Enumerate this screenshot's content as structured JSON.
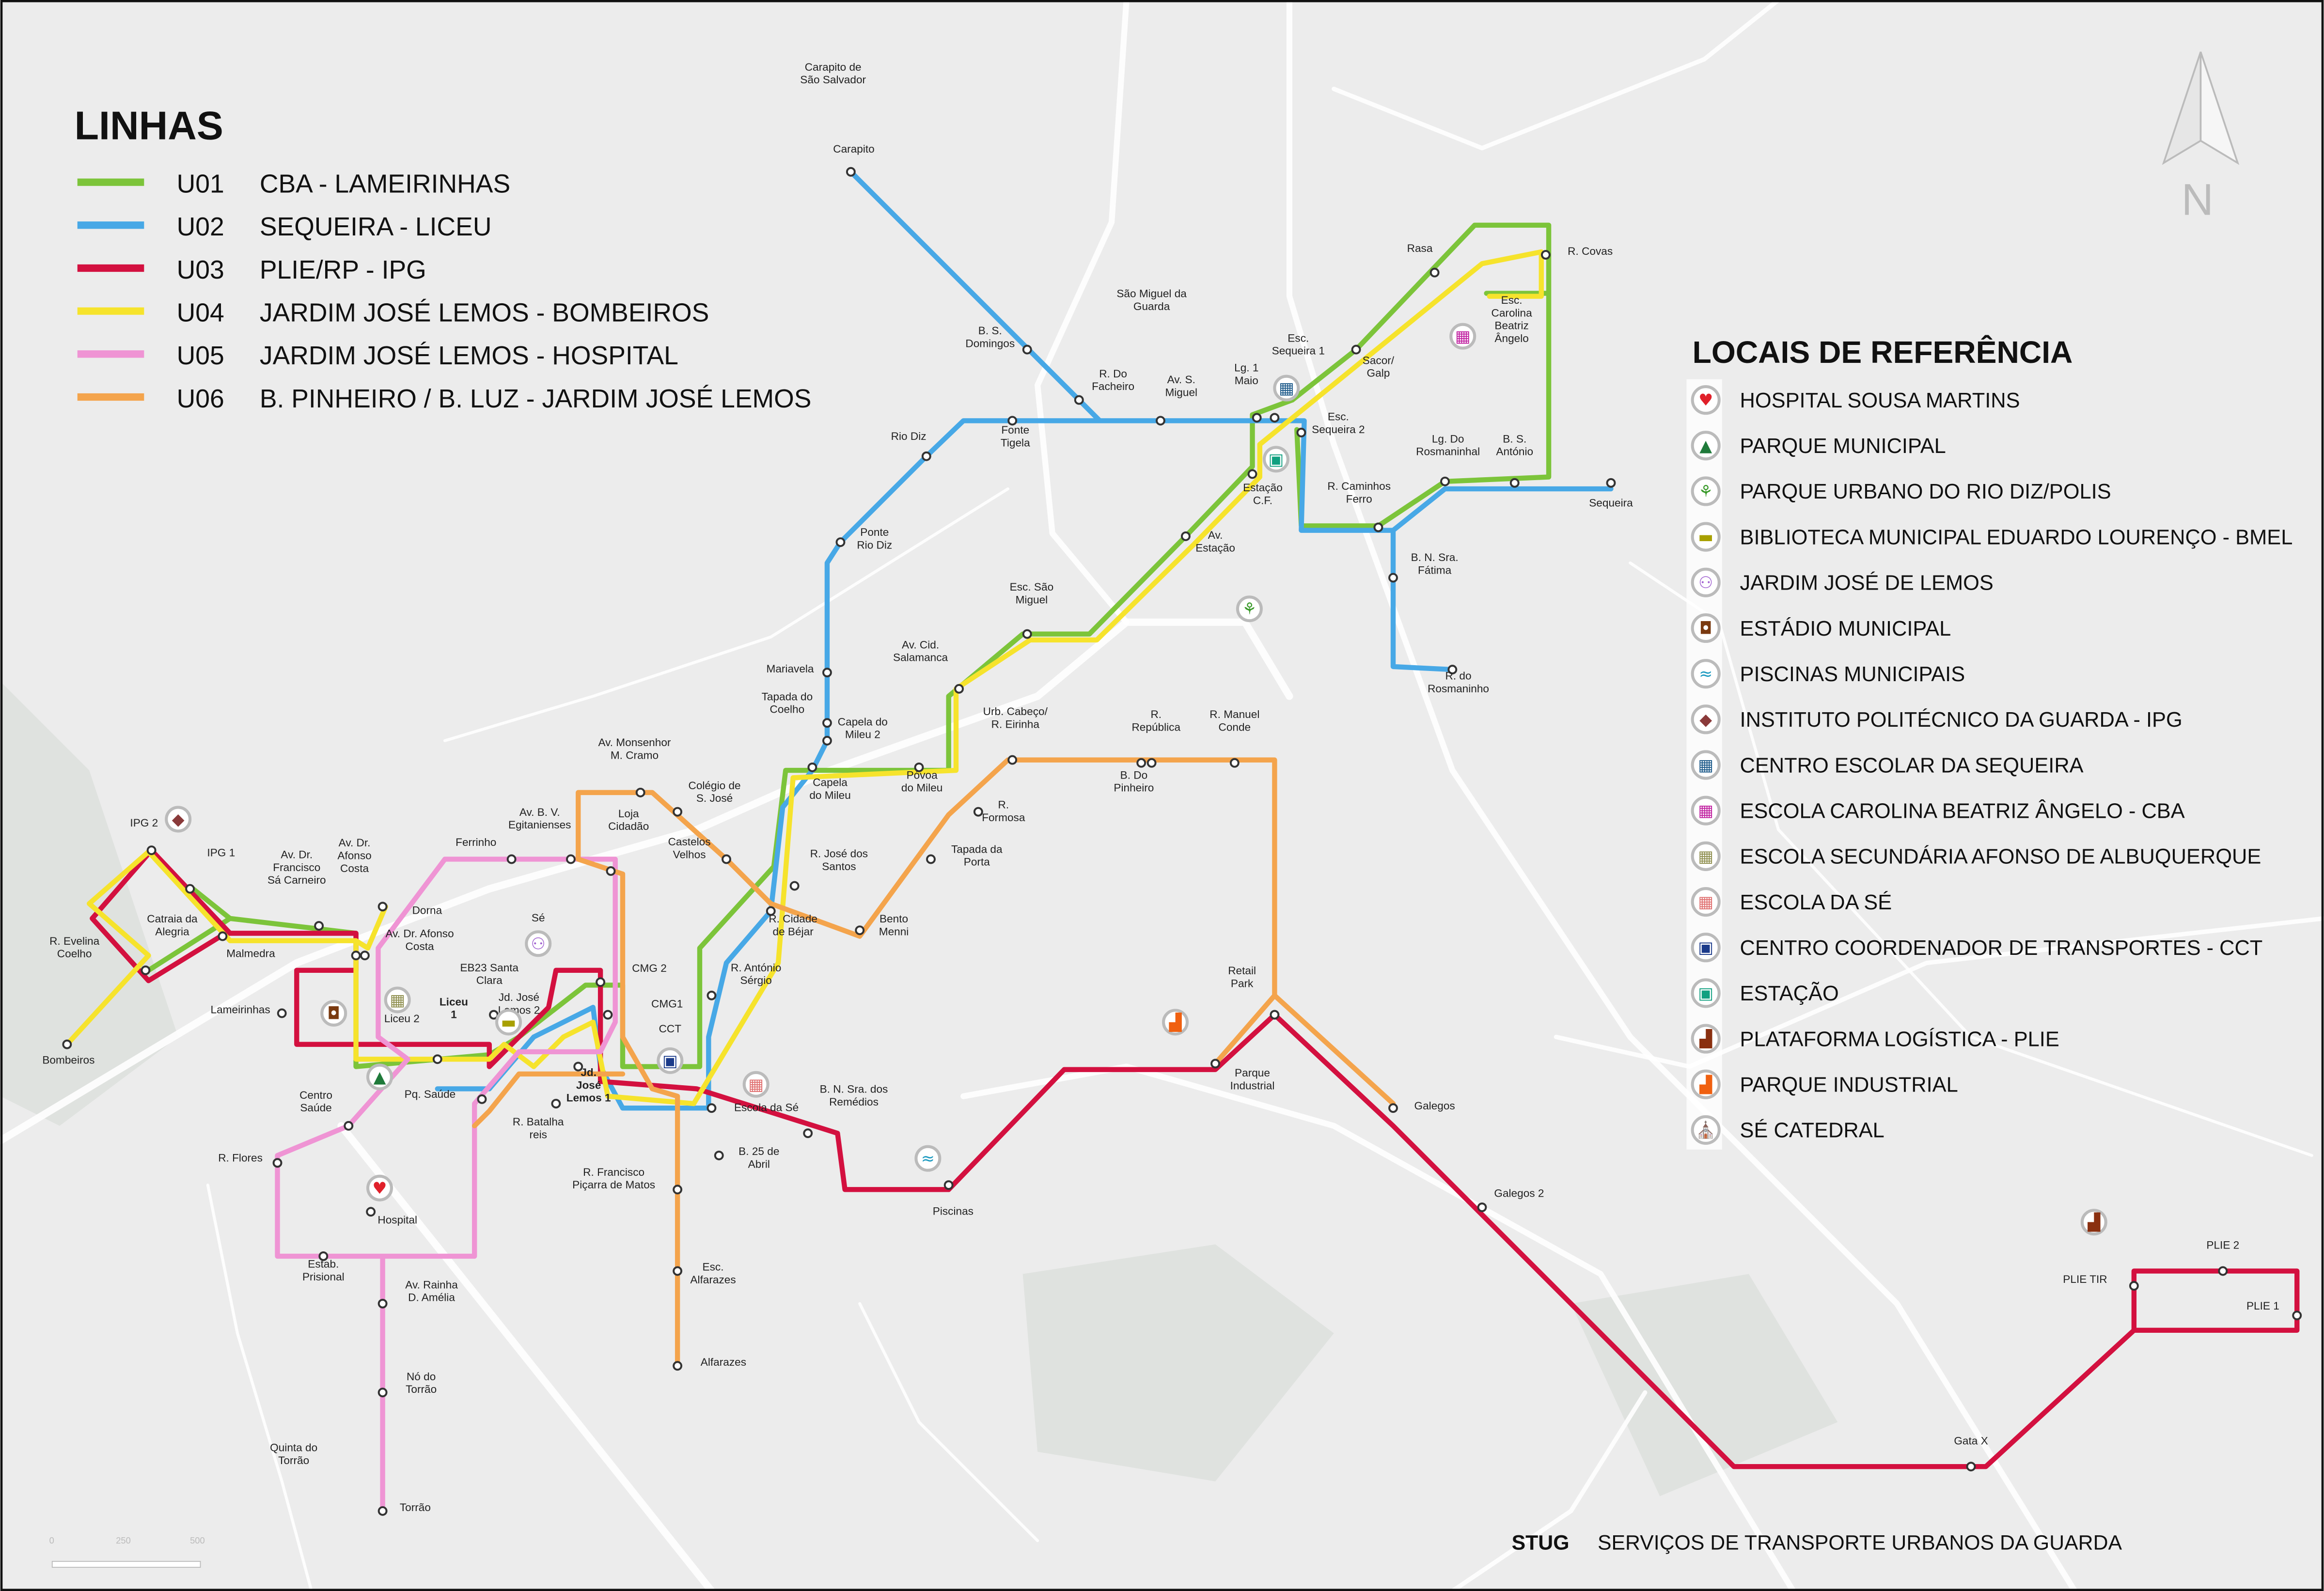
{
  "legend": {
    "title": "LINHAS",
    "lines": [
      {
        "code": "U01",
        "name": "CBA - LAMEIRINHAS",
        "color": "#7cc43a"
      },
      {
        "code": "U02",
        "name": "SEQUEIRA - LICEU",
        "color": "#47a8e6"
      },
      {
        "code": "U03",
        "name": "PLIE/RP - IPG",
        "color": "#d3103f"
      },
      {
        "code": "U04",
        "name": "JARDIM JOSÉ LEMOS - BOMBEIROS",
        "color": "#f6e32c"
      },
      {
        "code": "U05",
        "name": "JARDIM JOSÉ LEMOS - HOSPITAL",
        "color": "#ef94d4"
      },
      {
        "code": "U06",
        "name": "B. PINHEIRO / B. LUZ - JARDIM JOSÉ LEMOS",
        "color": "#f4a44c"
      }
    ]
  },
  "poi_legend": {
    "title": "LOCAIS DE REFERÊNCIA",
    "items": [
      {
        "name": "HOSPITAL SOUSA MARTINS",
        "icon": "heart-icon",
        "glyph": "♥",
        "color": "#e0202a"
      },
      {
        "name": "PARQUE MUNICIPAL",
        "icon": "tree-icon",
        "glyph": "▲",
        "color": "#1f7a3a"
      },
      {
        "name": "PARQUE URBANO DO RIO DIZ/POLIS",
        "icon": "playground-icon",
        "glyph": "⚘",
        "color": "#3a9a2a"
      },
      {
        "name": "BIBLIOTECA MUNICIPAL EDUARDO LOURENÇO - BMEL",
        "icon": "book-icon",
        "glyph": "▬",
        "color": "#a8a000"
      },
      {
        "name": "JARDIM JOSÉ DE LEMOS",
        "icon": "people-icon",
        "glyph": "⚇",
        "color": "#a060d0"
      },
      {
        "name": "ESTÁDIO MUNICIPAL",
        "icon": "stadium-icon",
        "glyph": "◘",
        "color": "#7a3a10"
      },
      {
        "name": "PISCINAS MUNICIPAIS",
        "icon": "pool-icon",
        "glyph": "≈",
        "color": "#1b9ac0"
      },
      {
        "name": "INSTITUTO POLITÉCNICO DA GUARDA - IPG",
        "icon": "graduation-cap-icon",
        "glyph": "◆",
        "color": "#8a3a3a"
      },
      {
        "name": "CENTRO ESCOLAR DA SEQUEIRA",
        "icon": "school-icon",
        "glyph": "▦",
        "color": "#1c5a8a"
      },
      {
        "name": "ESCOLA CAROLINA BEATRIZ ÂNGELO - CBA",
        "icon": "school-icon",
        "glyph": "▦",
        "color": "#c020a0"
      },
      {
        "name": "ESCOLA SECUNDÁRIA AFONSO DE ALBUQUERQUE",
        "icon": "school-icon",
        "glyph": "▦",
        "color": "#909050"
      },
      {
        "name": "ESCOLA DA SÉ",
        "icon": "school-icon",
        "glyph": "▦",
        "color": "#e07070"
      },
      {
        "name": "CENTRO COORDENADOR DE TRANSPORTES - CCT",
        "icon": "bus-icon",
        "glyph": "▣",
        "color": "#1a3a8a"
      },
      {
        "name": "ESTAÇÃO",
        "icon": "train-icon",
        "glyph": "▣",
        "color": "#10a080"
      },
      {
        "name": "PLATAFORMA LOGÍSTICA - PLIE",
        "icon": "factory-icon",
        "glyph": "▟",
        "color": "#8a3010"
      },
      {
        "name": "PARQUE INDUSTRIAL",
        "icon": "factory-icon",
        "glyph": "▟",
        "color": "#f06010"
      },
      {
        "name": "SÉ CATEDRAL",
        "icon": "cathedral-icon",
        "glyph": "⛪",
        "color": "#8a40c0"
      }
    ]
  },
  "stops": [
    "Carapito de\nSão Salvador",
    "Carapito",
    "B. S.\nDomingos",
    "São Miguel da\nGuarda",
    "R. Do\nFacheiro",
    "Av. S.\nMiguel",
    "Lg. 1\nMaio",
    "Esc.\nSequeira 1",
    "Sacor/\nGalp",
    "Rasa",
    "R. Covas",
    "Esc.\nCarolina\nBeatriz\nÂngelo",
    "Esc.\nSequeira 2",
    "Lg. Do\nRosmaninhal",
    "B. S.\nAntónio",
    "Sequeira",
    "R. Caminhos\nFerro",
    "B. N. Sra.\nFátima",
    "R. do\nRosmaninho",
    "Estação\nC.F.",
    "Av.\nEstação",
    "Fonte\nTigela",
    "Rio Diz",
    "Ponte\nRio Diz",
    "Esc. São\nMiguel",
    "Av. Cid.\nSalamanca",
    "Mariavela",
    "Tapada do\nCoelho",
    "Capela do\nMileu 2",
    "Capela\ndo Mileu",
    "Póvoa\ndo Mileu",
    "Urb. Cabeço/\nR. Eirinha",
    "R.\nRepública",
    "R. Manuel\nConde",
    "B. Do\nPinheiro",
    "R.\nFormosa",
    "Tapada da\nPorta",
    "R. José dos\nSantos",
    "Bento\nMenni",
    "R. Cidade\nde Béjar",
    "R. António\nSérgio",
    "Colégio de\nS. José",
    "Av. Monsenhor\nM. Cramo",
    "Castelos\nVelhos",
    "Loja\nCidadão",
    "Av. B. V.\nEgitanienses",
    "Ferrinho",
    "Dorna",
    "Av. Dr.\nAfonso\nCosta",
    "Av. Dr. Afonso\nCosta",
    "Av. Dr.\nFrancisco\nSá Carneiro",
    "IPG 2",
    "IPG 1",
    "Catraia da\nAlegria",
    "Malmedra",
    "R. Evelina\nCoelho",
    "Bombeiros",
    "Lameirinhas",
    "Liceu 2",
    "Liceu\n1",
    "EB23 Santa\nClara",
    "Jd. José\nLemos 2",
    "Sé",
    "CMG 2",
    "CMG1",
    "CCT",
    "Jd.\nJosé\nLemos 1",
    "Pq. Saúde",
    "R. Batalha\nreis",
    "Centro\nSaúde",
    "R. Flores",
    "Hospital",
    "Estab.\nPrisional",
    "Av. Rainha\nD. Amélia",
    "Nó do\nTorrão",
    "Quinta do\nTorrão",
    "Torrão",
    "Escola da Sé",
    "B. N. Sra. dos\nRemédios",
    "B. 25 de\nAbril",
    "R. Francisco\nPiçarra de Matos",
    "Esc.\nAlfarazes",
    "Alfarazes",
    "Piscinas",
    "Parque\nIndustrial",
    "Retail\nPark",
    "Galegos",
    "Galegos 2",
    "Gata X",
    "PLIE TIR",
    "PLIE 2",
    "PLIE 1"
  ],
  "scale_bar": [
    "0",
    "250",
    "500"
  ],
  "compass": "N",
  "footer": {
    "brand": "STUG",
    "text": "SERVIÇOS DE TRANSPORTE URBANOS DA GUARDA"
  }
}
